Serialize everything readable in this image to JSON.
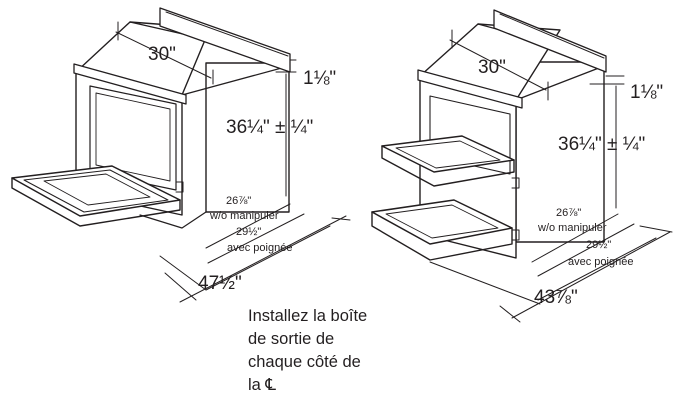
{
  "left": {
    "width": "30\"",
    "top_offset": "1⅛\"",
    "height": "36¼\" ± ¼\"",
    "depth_no_handle": "26⅞\"",
    "depth_no_handle_note": "w/o manipuler",
    "depth_handle": "29½\"",
    "depth_handle_note": "avec poignée",
    "overall": "47½\""
  },
  "right": {
    "width": "30\"",
    "top_offset": "1⅛\"",
    "height": "36¼\" ± ¼\"",
    "depth_no_handle": "26⅞\"",
    "depth_no_handle_note": "w/o manipuler",
    "depth_handle": "29½\"",
    "depth_handle_note": "avec poignée",
    "overall": "43⅞\""
  },
  "note": {
    "line1": "Installez la boîte",
    "line2": "de sortie de",
    "line3": "chaque côté de",
    "line4": "la ℄"
  }
}
